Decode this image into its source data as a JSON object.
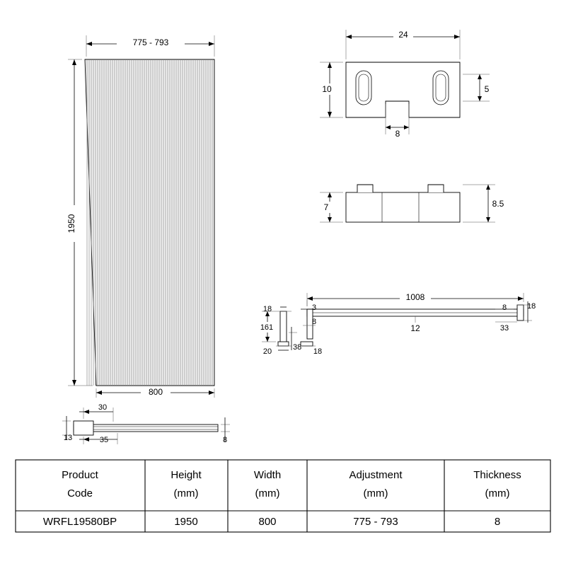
{
  "drawing": {
    "title": "Shower panel technical drawing",
    "panel": {
      "name": "fluted-glass-panel",
      "top_dim": "775 - 793",
      "left_dim": "1950",
      "bottom_dim": "800"
    },
    "panel_section": {
      "name": "panel-edge-section",
      "dims": [
        "30",
        "13",
        "35",
        "8"
      ]
    },
    "bracket_top_view": {
      "name": "bracket-top-view",
      "dims": [
        "24",
        "10",
        "5",
        "8"
      ]
    },
    "bracket_side_view": {
      "name": "bracket-side-view",
      "dims": [
        "7",
        "8.5"
      ]
    },
    "profile_view": {
      "name": "support-profile-view",
      "dims": [
        "18",
        "3",
        "1008",
        "8",
        "18",
        "161",
        "8",
        "12",
        "33",
        "20",
        "38",
        "18"
      ]
    }
  },
  "table": {
    "headers": [
      {
        "line1": "Product",
        "line2": "Code"
      },
      {
        "line1": "Height",
        "line2": "(mm)"
      },
      {
        "line1": "Width",
        "line2": "(mm)"
      },
      {
        "line1": "Adjustment",
        "line2": "(mm)"
      },
      {
        "line1": "Thickness",
        "line2": "(mm)"
      }
    ],
    "row": {
      "product_code": "WRFL19580BP",
      "height": "1950",
      "width": "800",
      "adjustment": "775 - 793",
      "thickness": "8"
    }
  }
}
